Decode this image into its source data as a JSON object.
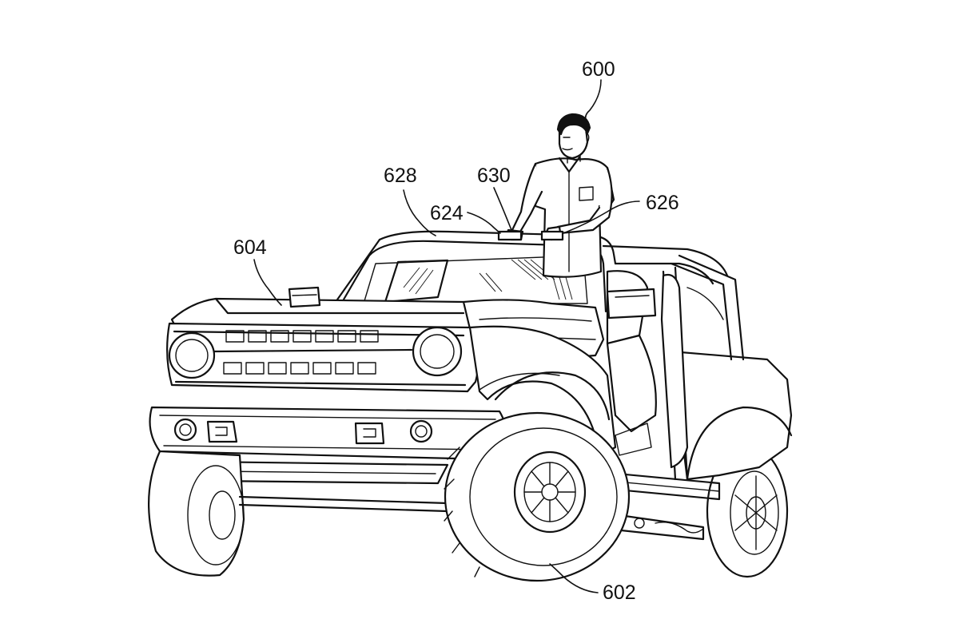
{
  "figure": {
    "refs": {
      "user": "600",
      "vehicle": "602",
      "hood": "604",
      "roof_rail": "628",
      "control_left": "624",
      "control_center": "630",
      "control_right": "626"
    }
  }
}
